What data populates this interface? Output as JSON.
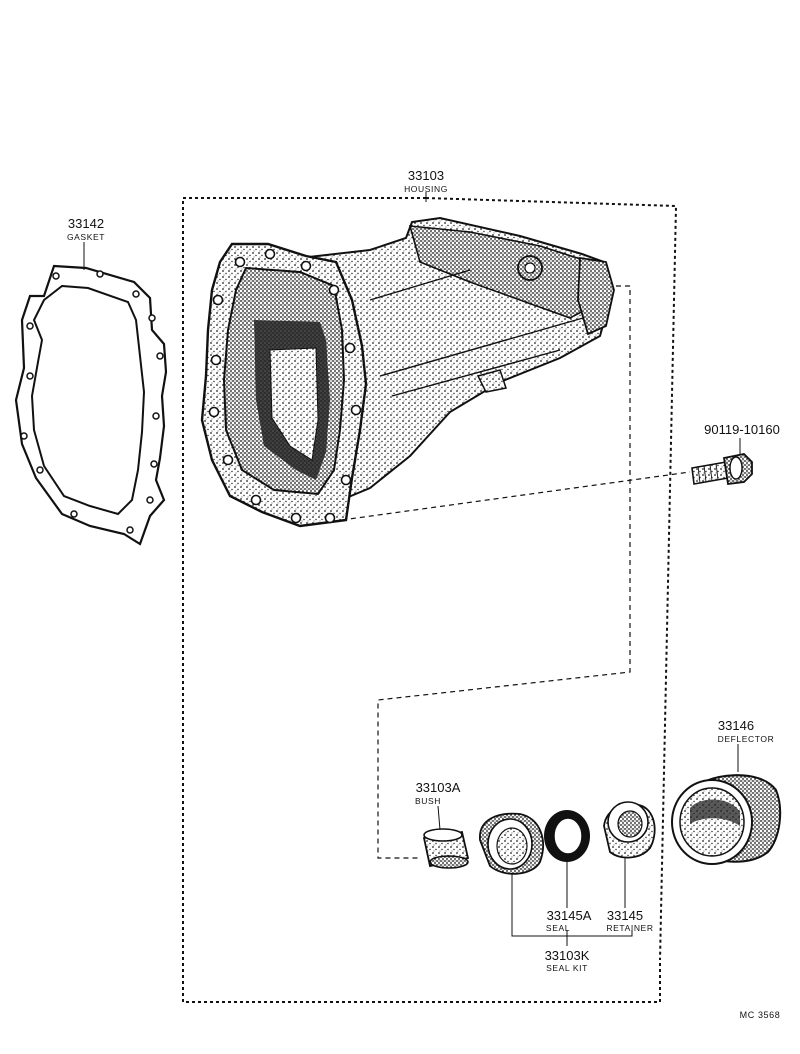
{
  "parts": [
    {
      "number": "33103",
      "name": "HOUSING"
    },
    {
      "number": "33142",
      "name": "GASKET"
    },
    {
      "number": "90119-10160",
      "name": ""
    },
    {
      "number": "33146",
      "name": "DEFLECTOR"
    },
    {
      "number": "33103A",
      "name": "BUSH"
    },
    {
      "number": "33145A",
      "name": "SEAL"
    },
    {
      "number": "33145",
      "name": "RETAINER"
    },
    {
      "number": "33103K",
      "name": "SEAL KIT"
    }
  ],
  "drawing_code": "MC 3568",
  "colors": {
    "ink": "#111111",
    "paper": "#ffffff"
  }
}
